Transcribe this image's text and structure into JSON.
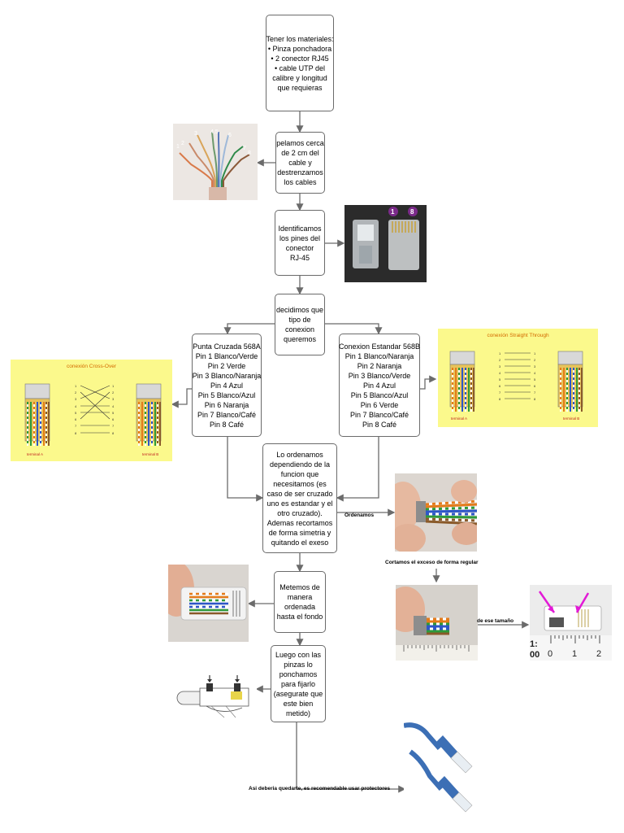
{
  "steps": {
    "materials": {
      "lines": [
        "Tener los materiales:",
        "• Pinza ponchadora",
        "• 2 conector RJ45",
        "• cable UTP del",
        "calibre y longitud",
        "que requieras"
      ]
    },
    "strip": {
      "lines": [
        "pelamos cerca",
        "de 2 cm del",
        "cable y",
        "destrenzamos",
        "los cables"
      ]
    },
    "identify": {
      "lines": [
        "Identificamos",
        "los pines del",
        "conector",
        "RJ-45"
      ]
    },
    "decide": {
      "lines": [
        "decidimos que",
        "tipo de",
        "conexion",
        "queremos"
      ]
    },
    "crossover": {
      "lines": [
        "Punta Cruzada 568A",
        "Pin 1 Blanco/Verde",
        "Pin 2 Verde",
        "Pin 3 Blanco/Naranja",
        "Pin 4 Azul",
        "Pin 5 Blanco/Azul",
        "Pin 6 Naranja",
        "Pin 7 Blanco/Café",
        "Pin 8 Café"
      ]
    },
    "straight": {
      "lines": [
        "Conexion Estandar 568B",
        "Pin 1 Blanco/Naranja",
        "Pin 2 Naranja",
        "Pin 3 Blanco/Verde",
        "Pin 4 Azul",
        "Pin 5 Blanco/Azul",
        "Pin 6 Verde",
        "Pin 7 Blanco/Café",
        "Pin 8 Café"
      ]
    },
    "order": {
      "lines": [
        "Lo ordenamos",
        "dependiendo de la",
        "funcion que",
        "necesitamos (es",
        "caso de ser cruzado",
        "uno es estandar y el",
        "otro cruzado).",
        "Ademas recortamos",
        "de forma simetria y",
        "quitando el exeso"
      ]
    },
    "insert": {
      "lines": [
        "Metemos de",
        "manera",
        "ordenada",
        "hasta el fondo"
      ]
    },
    "crimp": {
      "lines": [
        "Luego con las",
        "pinzas lo",
        "ponchamos",
        "para fijarlo",
        "(asegurate que",
        "este bien",
        "metido)"
      ]
    }
  },
  "labels": {
    "ordenamos": "Ordenamos",
    "cortamos": "Cortamos el exceso de forma regular",
    "tamano": "de ese tamaño",
    "final": "Asi deberia quedarte, es recomendable usar protectores"
  },
  "photo_numbers": {
    "wires": [
      "1",
      "2",
      "3",
      "4,5",
      "6",
      "7",
      "8"
    ],
    "connector": [
      "1",
      "8"
    ],
    "ruler": [
      "0",
      "1",
      "2"
    ],
    "ruler_cut": "1:",
    "ruler_cut2": "00"
  },
  "panels": {
    "crossover": {
      "title": "conexión Cross-Over",
      "terminal_a": "terminal A",
      "terminal_b": "terminal B"
    },
    "straight": {
      "title": "conexión Straight Through",
      "terminal_a": "terminal A",
      "terminal_b": "terminal B"
    },
    "pins": [
      "1",
      "2",
      "3",
      "4",
      "5",
      "6",
      "7",
      "8"
    ]
  },
  "colors": {
    "border": "#6b6b6b",
    "arrow": "#6b6b6b",
    "panel_bg": "#fbf98c",
    "panel_title": "#d36a00",
    "terminal_text": "#c01f1f",
    "cable_blue": "#3c6fb5",
    "magenta_arrow": "#e21ad6"
  }
}
